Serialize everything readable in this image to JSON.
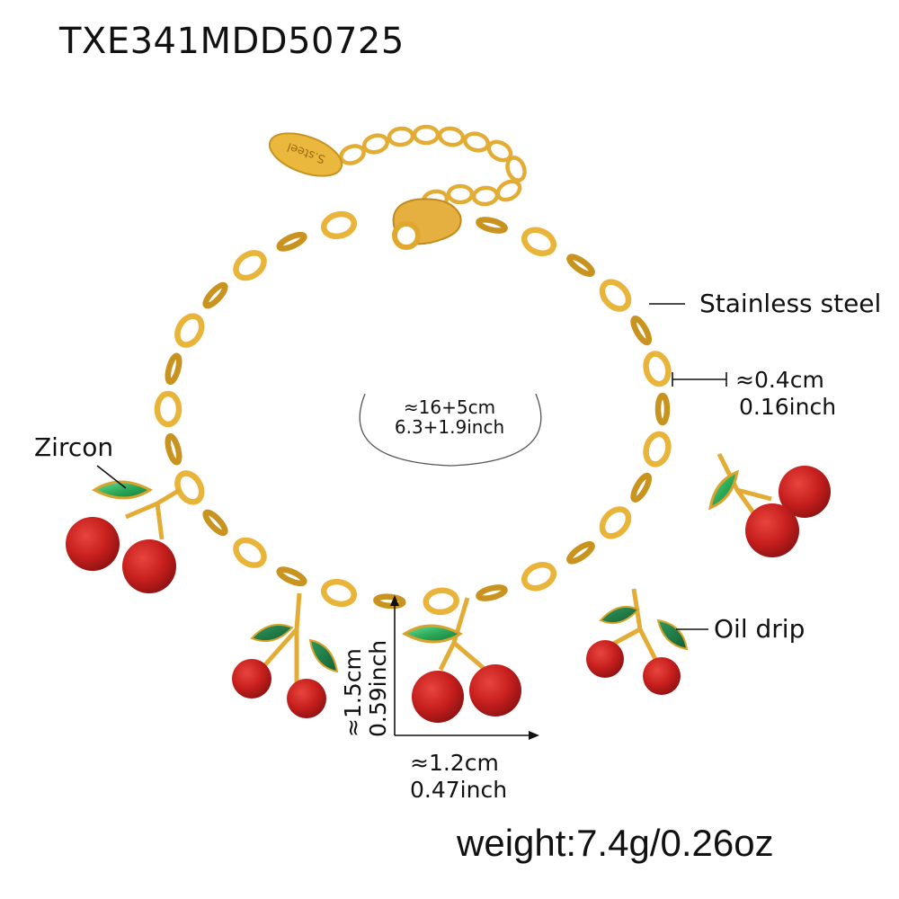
{
  "product": {
    "sku": "TXE341MDD50725",
    "tag_engraving": "S.steel",
    "colors": {
      "gold": "#E9B43A",
      "gold_dark": "#C48E1C",
      "cherry_red": "#C8201E",
      "zircon_green": "#2DAA5A",
      "enamel_green": "#1F7A45"
    }
  },
  "annotations": {
    "stainless": "Stainless steel",
    "zircon": "Zircon",
    "oil_drip": "Oil drip"
  },
  "measurements": {
    "length_cm": "≈16+5cm",
    "length_inch": "6.3+1.9inch",
    "link_cm": "≈0.4cm",
    "link_inch": "0.16inch",
    "charm_height_cm": "≈1.5cm",
    "charm_height_inch": "0.59inch",
    "charm_width_cm": "≈1.2cm",
    "charm_width_inch": "0.47inch"
  },
  "weight": "weight:7.4g/0.26oz"
}
